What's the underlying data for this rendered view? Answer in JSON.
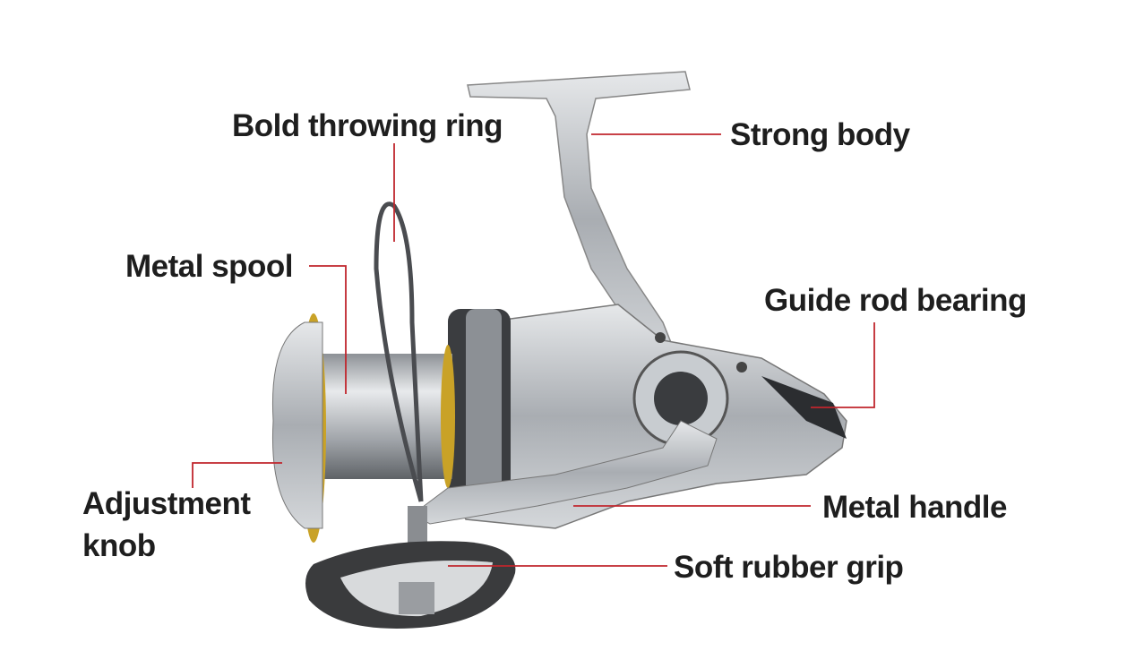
{
  "labels": {
    "throwing_ring": "Bold throwing ring",
    "strong_body": "Strong body",
    "metal_spool": "Metal spool",
    "guide_rod_bearing": "Guide rod bearing",
    "adjustment_knob_line1": "Adjustment",
    "adjustment_knob_line2": "knob",
    "metal_handle": "Metal handle",
    "soft_rubber_grip": "Soft rubber grip"
  },
  "colors": {
    "leader_line": "#c0262d",
    "text": "#1e1e1e",
    "reel_body": "#b9bcc0",
    "spool_rim": "#c9a227"
  }
}
